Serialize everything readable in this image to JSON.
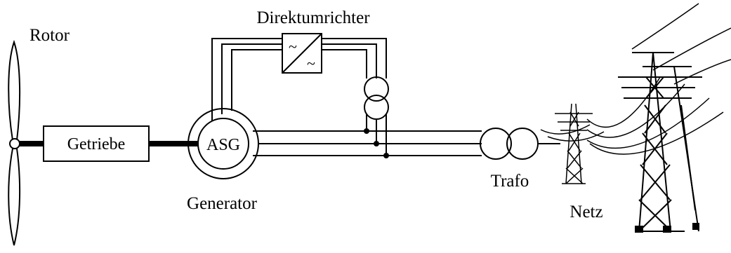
{
  "labels": {
    "rotor": "Rotor",
    "gearbox": "Getriebe",
    "generator_core": "ASG",
    "generator": "Generator",
    "converter": "Direktumrichter",
    "transformer": "Trafo",
    "grid": "Netz"
  },
  "converter_symbols": {
    "top": "~",
    "bottom": "~"
  },
  "colors": {
    "line": "#000000",
    "background": "#ffffff"
  }
}
